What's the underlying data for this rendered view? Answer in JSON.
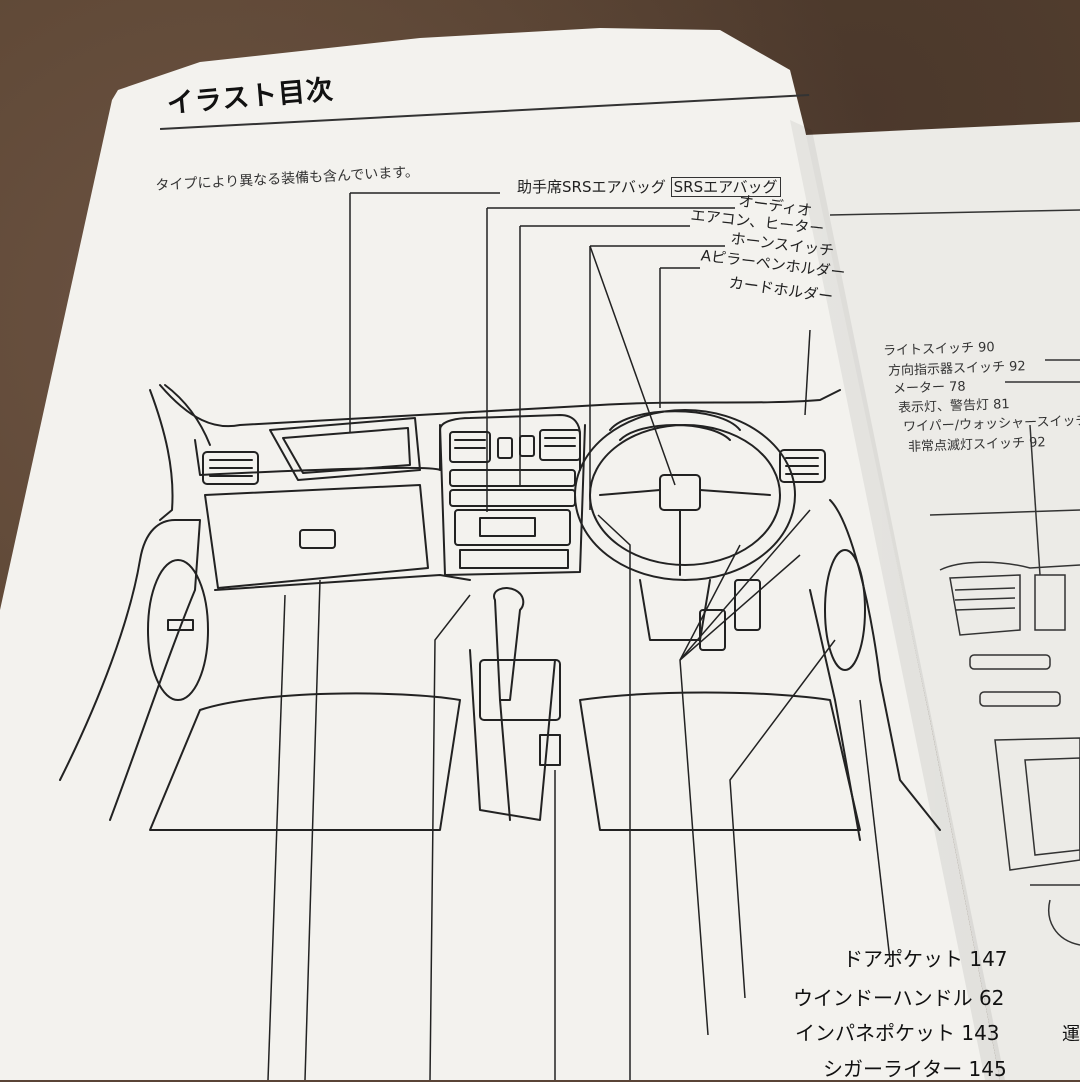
{
  "page": {
    "title": "イラスト目次",
    "note": "タイプにより異なる装備も含んでいます。"
  },
  "top_labels": [
    {
      "text": "助手席SRSエアバッグ",
      "box": "SRSエアバッグ"
    },
    {
      "text": "オーディオ"
    },
    {
      "text": "エアコン、ヒーター"
    },
    {
      "text": "ホーンスイッチ"
    },
    {
      "text": "Aピラーペンホルダー"
    },
    {
      "text": "カードホルダー"
    }
  ],
  "bottom_labels": [
    {
      "text": "ドアポケット 147"
    },
    {
      "text": "ウインドーハンドル 62"
    },
    {
      "text": "インパネポケット 143"
    },
    {
      "text": "シガーライター 145"
    }
  ],
  "right_labels": [
    {
      "text": "ライトスイッチ 90"
    },
    {
      "text": "方向指示器スイッチ 92"
    },
    {
      "text": "メーター 78"
    },
    {
      "text": "表示灯、警告灯 81"
    },
    {
      "text": "ワイパー/ウォッシャースイッチ"
    },
    {
      "text": "非常点滅灯スイッチ 92"
    }
  ],
  "bottom_right_text": "運"
}
